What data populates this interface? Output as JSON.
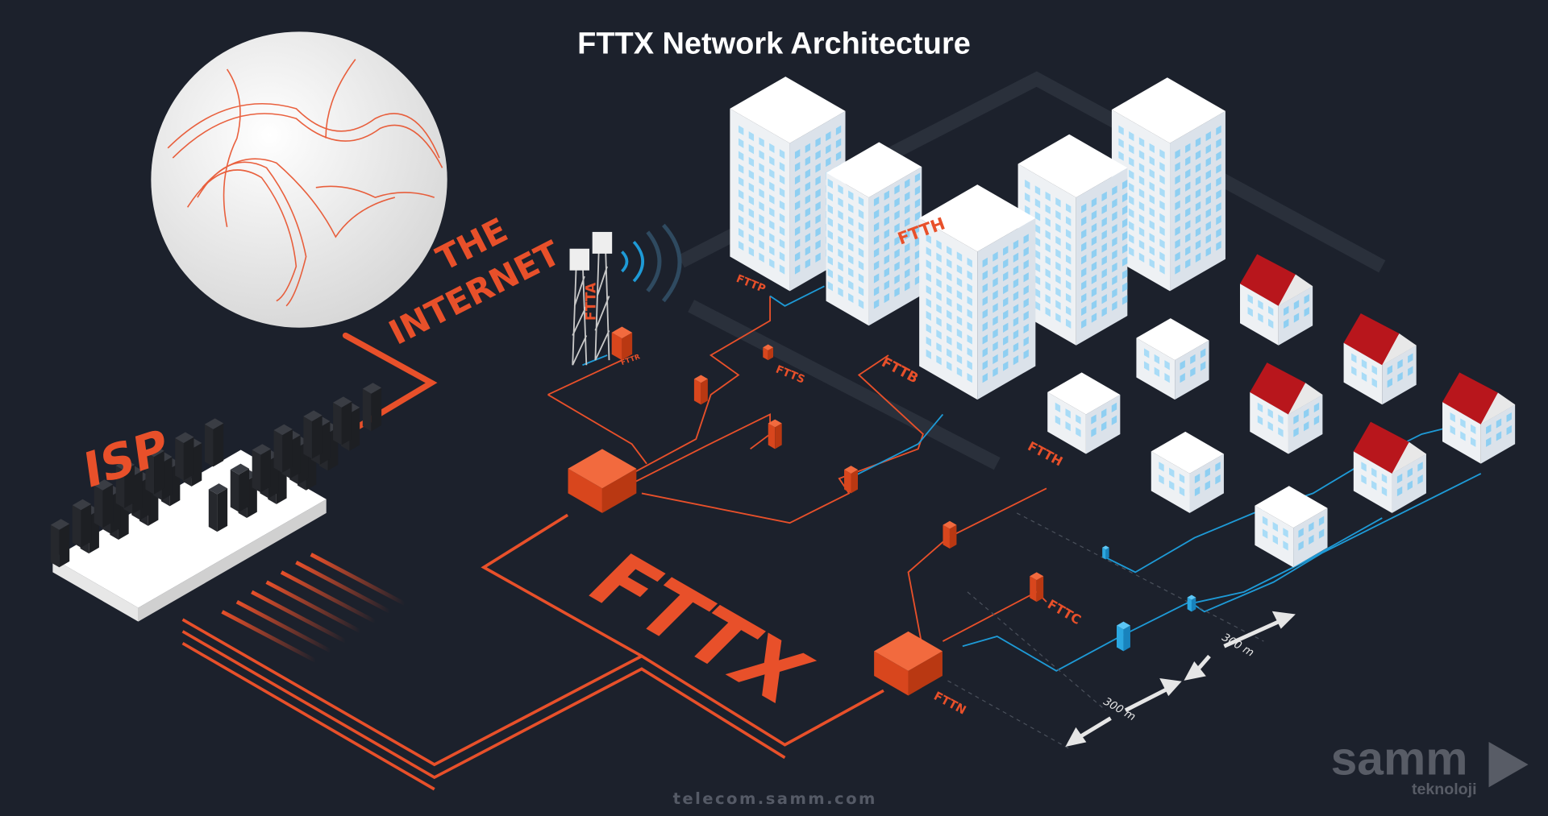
{
  "title": "FTTX Network Architecture",
  "labels": {
    "internet_line1": "THE",
    "internet_line2": "INTERNET",
    "isp": "ISP",
    "fttx": "FTTX",
    "ftta": "FTTA",
    "fttr": "FTTR",
    "fttp": "FTTP",
    "ftts": "FTTS",
    "fttb": "FTTB",
    "ftth_building": "FTTH",
    "ftth_house": "FTTH",
    "fttc": "FTTC",
    "fttn": "FTTN"
  },
  "distances": [
    "300 m",
    "300 m"
  ],
  "footer": "telecom.samm.com",
  "logo": {
    "name": "samm",
    "sub": "teknoloji"
  },
  "colors": {
    "background": "#1c212c",
    "fiber": "#e8502a",
    "copper": "#1e9ad6",
    "roof": "#b8161c"
  }
}
